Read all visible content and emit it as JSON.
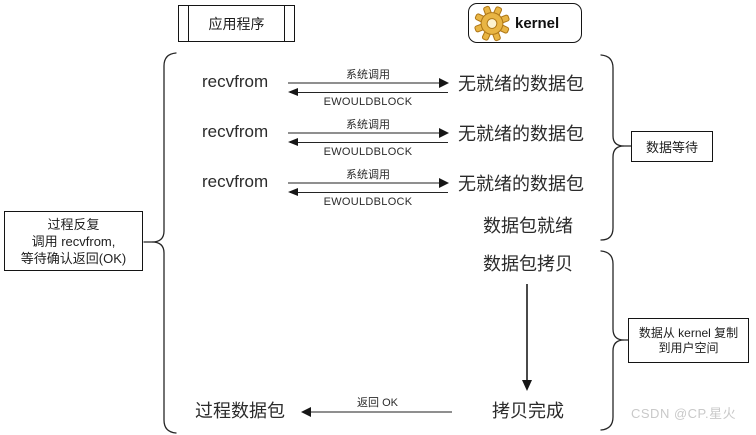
{
  "boxes": {
    "app": "应用程序",
    "kernel": "kernel"
  },
  "rows": [
    {
      "caller": "recvfrom",
      "call_label": "系统调用",
      "return_label": "EWOULDBLOCK",
      "state": "无就绪的数据包"
    },
    {
      "caller": "recvfrom",
      "call_label": "系统调用",
      "return_label": "EWOULDBLOCK",
      "state": "无就绪的数据包"
    },
    {
      "caller": "recvfrom",
      "call_label": "系统调用",
      "return_label": "EWOULDBLOCK",
      "state": "无就绪的数据包"
    }
  ],
  "stages": {
    "ready": "数据包就绪",
    "copy": "数据包拷贝",
    "copy_done": "拷贝完成"
  },
  "bottom": {
    "return_label": "返回 OK",
    "process": "过程数据包"
  },
  "notes": {
    "left_line1": "过程反复",
    "left_line2": "调用 recvfrom,",
    "left_line3": "等待确认返回(OK)",
    "wait": "数据等待",
    "copy_line1": "数据从 kernel 复制",
    "copy_line2": "到用户空间"
  },
  "watermark": "CSDN @CP.星火",
  "icons": {
    "kernel_gear": "gear-icon"
  },
  "colors": {
    "gear_gold": "#e9b544",
    "gear_outline": "#b07818",
    "arrow_gray": "#8f8f8f",
    "line_dark": "#1f1f1f",
    "watermark_gray": "#c9c9c9"
  }
}
